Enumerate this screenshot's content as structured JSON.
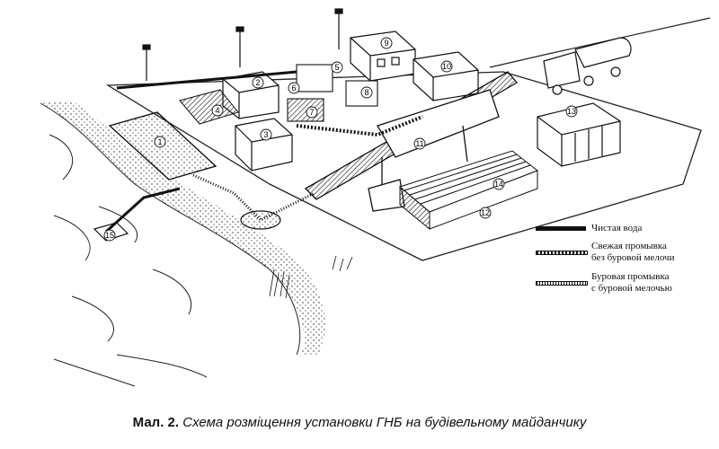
{
  "legend": [
    {
      "label_lines": [
        "Чистая вода"
      ],
      "pattern": "solid"
    },
    {
      "label_lines": [
        "Свежая промывка",
        "без буровой мелочи"
      ],
      "pattern": "striped"
    },
    {
      "label_lines": [
        "Буровая промывка",
        "с буровой мелочью"
      ],
      "pattern": "dotted"
    }
  ],
  "caption": {
    "prefix": "Мал. 2.",
    "text": "Схема розміщення установки ГНБ на будівельному майданчику"
  },
  "markers": [
    "1",
    "2",
    "3",
    "4",
    "5",
    "6",
    "7",
    "8",
    "9",
    "10",
    "11",
    "12",
    "13",
    "14",
    "15"
  ]
}
